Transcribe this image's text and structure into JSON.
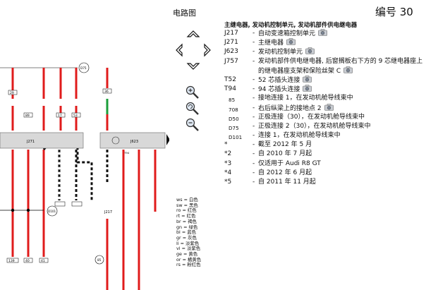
{
  "header": {
    "app_title": "电路图",
    "doc_number": "编号 30"
  },
  "legend": {
    "title": "主继电器, 发动机控制单元, 发动机部件供电继电器",
    "rows": [
      {
        "code": "J217",
        "desc": "自动变速箱控制单元",
        "camera": true
      },
      {
        "code": "J271",
        "desc": "主继电器",
        "camera": true
      },
      {
        "code": "J623",
        "desc": "发动机控制单元",
        "camera": true
      },
      {
        "code": "J757",
        "desc": "发动机部件供电继电器, 后窗搁板右下方的 9 芯继电器座上的继电器座支架和保险丝架 C",
        "camera": true,
        "wrap": true
      },
      {
        "code": "T52",
        "desc": "52 芯插头连接",
        "camera": true
      },
      {
        "code": "T94",
        "desc": "94 芯插头连接",
        "camera": true
      },
      {
        "code": "85",
        "desc": "接地连接 1，在发动机舱导线束中",
        "camera": false,
        "small": true
      },
      {
        "code": "708",
        "desc": "右后纵梁上的接地点 2",
        "camera": true,
        "small": true
      },
      {
        "code": "D50",
        "desc": "正极连接（30），在发动机舱导线束中",
        "camera": false,
        "small": true
      },
      {
        "code": "D75",
        "desc": "正极连接 2（30），在发动机舱导线束中",
        "camera": false,
        "small": true
      },
      {
        "code": "D101",
        "desc": "连接 1，在发动机舱导线束中",
        "camera": false,
        "small": true
      },
      {
        "code": "*",
        "desc": "截至 2012 年 5 月",
        "camera": false
      },
      {
        "code": "*2",
        "desc": "自 2010 年 7 月起",
        "camera": false
      },
      {
        "code": "*3",
        "desc": "仅适用于 Audi R8 GT",
        "camera": false
      },
      {
        "code": "*4",
        "desc": "自 2012 年 6 月起",
        "camera": false
      },
      {
        "code": "*5",
        "desc": "自 2011 年 11 月起",
        "camera": false
      }
    ]
  },
  "color_codes": [
    {
      "code": "ws",
      "name": "白色"
    },
    {
      "code": "sw",
      "name": "黑色"
    },
    {
      "code": "ro",
      "name": "红色"
    },
    {
      "code": "rt",
      "name": "红色"
    },
    {
      "code": "br",
      "name": "褐色"
    },
    {
      "code": "gn",
      "name": "绿色"
    },
    {
      "code": "bl",
      "name": "蓝色"
    },
    {
      "code": "gr",
      "name": "灰色"
    },
    {
      "code": "li",
      "name": "淡紫色"
    },
    {
      "code": "vi",
      "name": "淡紫色"
    },
    {
      "code": "ge",
      "name": "黄色"
    },
    {
      "code": "or",
      "name": "橘黄色"
    },
    {
      "code": "rs",
      "name": "粉红色"
    }
  ],
  "diagram": {
    "labels": {
      "relay_left": "J271",
      "relay_right": "J623",
      "relay_bottom": "J217",
      "term_top_1": "29",
      "term_top_2": "89",
      "term_top_3": "17",
      "term_top_4": "53",
      "term_top_5": "36",
      "term_bot_1": "139",
      "term_bot_2": "40",
      "term_bot_3": "41",
      "node_d75": "D75",
      "node_d101": "D101",
      "node_85": "85",
      "pin_t94": "T94"
    },
    "wire_colors": {
      "red": "#e01b1b",
      "black": "#111111",
      "green": "#1b9e3a",
      "box_fill": "#d8d8d8"
    }
  },
  "icons": {
    "nav": [
      "arrow-up-icon",
      "arrow-left-icon",
      "arrow-right-icon",
      "arrow-down-icon"
    ],
    "zoom": [
      "zoom-in-icon",
      "zoom-reset-icon",
      "zoom-out-icon"
    ],
    "camera": "camera-icon"
  }
}
